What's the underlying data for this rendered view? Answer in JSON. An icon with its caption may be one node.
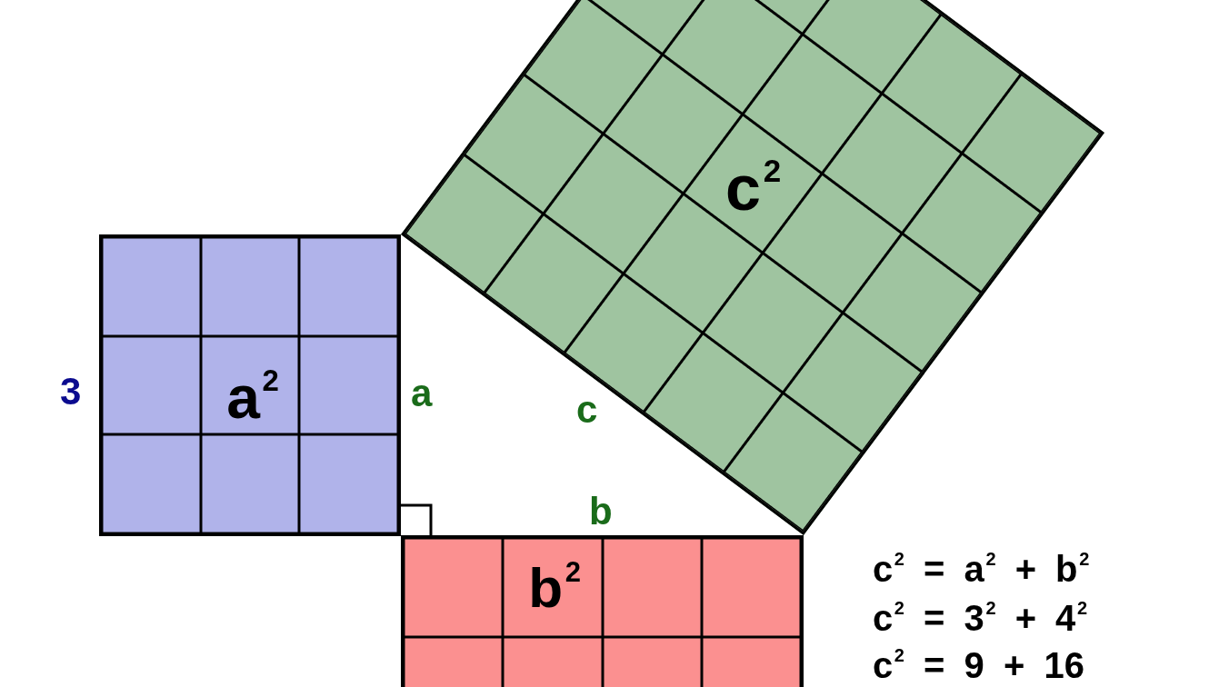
{
  "diagram": {
    "nodes": [
      {
        "text": [
          "c$^{2}$"
        ]
      },
      {
        "text": [
          "a$^{2}$"
        ],
        "beside": [
          "3"
        ]
      },
      {
        "text": [
          "b$^{2}$"
        ]
      }
    ],
    "labels": [
      "a",
      "c",
      "b",
      "c$^{2}$ = a$^{2}$ + b$^{2}$",
      "c$^{2}$ = 3$^{2}$ + 4$^{2}$",
      "c$^{2}$ = 9 + 16"
    ]
  }
}
